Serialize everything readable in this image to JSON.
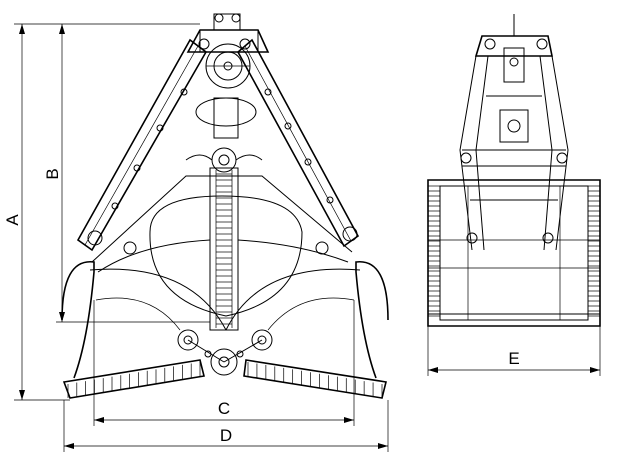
{
  "dimensions": {
    "A": "A",
    "B": "B",
    "C": "C",
    "D": "D",
    "E": "E"
  }
}
